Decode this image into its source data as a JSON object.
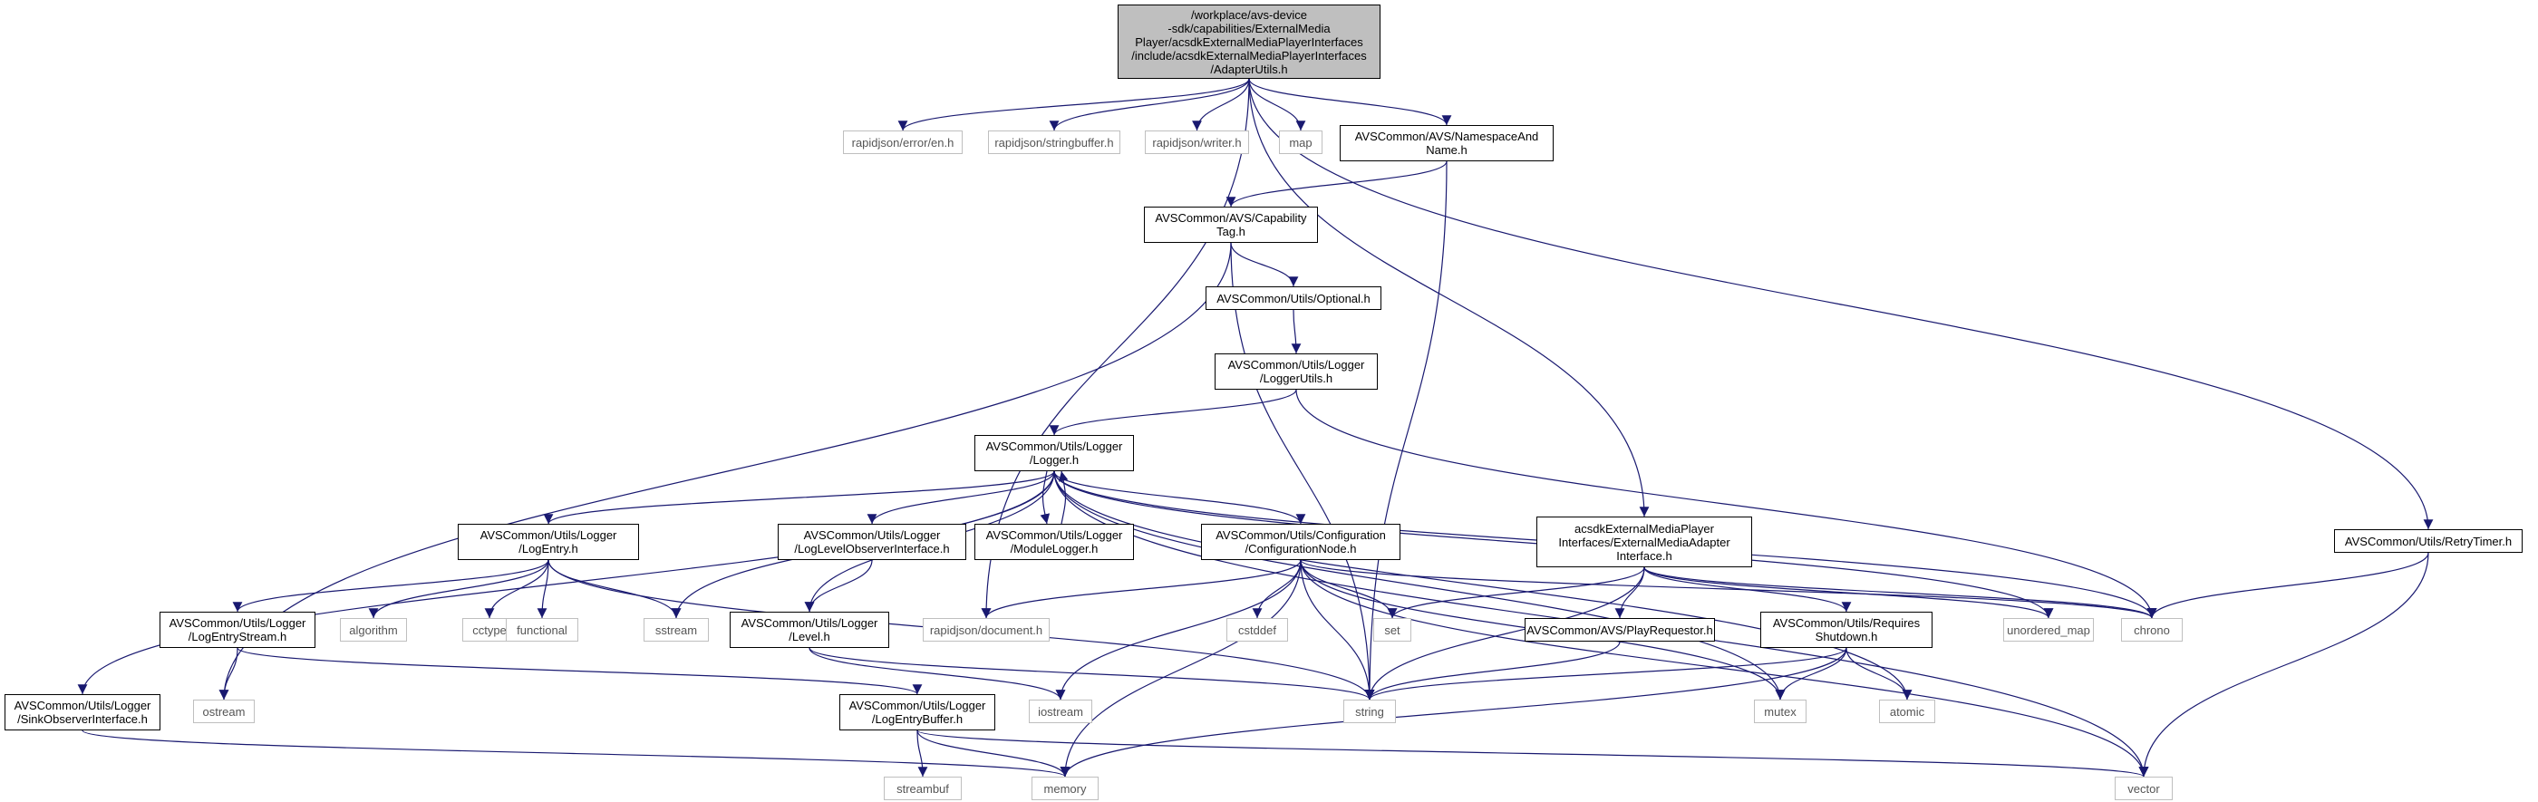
{
  "diagram": {
    "nodes": [
      {
        "id": "root",
        "kind": "root",
        "lines": [
          "/workplace/avs-device",
          "-sdk/capabilities/ExternalMedia",
          "Player/acsdkExternalMediaPlayerInterfaces",
          "/include/acsdkExternalMediaPlayerInterfaces",
          "/AdapterUtils.h"
        ]
      },
      {
        "id": "errorEn",
        "kind": "external",
        "lines": [
          "rapidjson/error/en.h"
        ]
      },
      {
        "id": "stringbuffer",
        "kind": "external",
        "lines": [
          "rapidjson/stringbuffer.h"
        ]
      },
      {
        "id": "writer",
        "kind": "external",
        "lines": [
          "rapidjson/writer.h"
        ]
      },
      {
        "id": "map",
        "kind": "external",
        "lines": [
          "map"
        ]
      },
      {
        "id": "nsName",
        "kind": "internal",
        "lines": [
          "AVSCommon/AVS/NamespaceAnd",
          "Name.h"
        ]
      },
      {
        "id": "capTag",
        "kind": "internal",
        "lines": [
          "AVSCommon/AVS/Capability",
          "Tag.h"
        ]
      },
      {
        "id": "optional",
        "kind": "internal",
        "lines": [
          "AVSCommon/Utils/Optional.h"
        ]
      },
      {
        "id": "loggerUtils",
        "kind": "internal",
        "lines": [
          "AVSCommon/Utils/Logger",
          "/LoggerUtils.h"
        ]
      },
      {
        "id": "logger",
        "kind": "internal",
        "lines": [
          "AVSCommon/Utils/Logger",
          "/Logger.h"
        ]
      },
      {
        "id": "logEntry",
        "kind": "internal",
        "lines": [
          "AVSCommon/Utils/Logger",
          "/LogEntry.h"
        ]
      },
      {
        "id": "logLevelObs",
        "kind": "internal",
        "lines": [
          "AVSCommon/Utils/Logger",
          "/LogLevelObserverInterface.h"
        ]
      },
      {
        "id": "moduleLogger",
        "kind": "internal",
        "lines": [
          "AVSCommon/Utils/Logger",
          "/ModuleLogger.h"
        ]
      },
      {
        "id": "configNode",
        "kind": "internal",
        "lines": [
          "AVSCommon/Utils/Configuration",
          "/ConfigurationNode.h"
        ]
      },
      {
        "id": "extMediaAdapter",
        "kind": "internal",
        "lines": [
          "acsdkExternalMediaPlayer",
          "Interfaces/ExternalMediaAdapter",
          "Interface.h"
        ]
      },
      {
        "id": "retryTimer",
        "kind": "internal",
        "lines": [
          "AVSCommon/Utils/RetryTimer.h"
        ]
      },
      {
        "id": "logEntryStream",
        "kind": "internal",
        "lines": [
          "AVSCommon/Utils/Logger",
          "/LogEntryStream.h"
        ]
      },
      {
        "id": "algorithm",
        "kind": "external",
        "lines": [
          "algorithm"
        ]
      },
      {
        "id": "cctype",
        "kind": "external",
        "lines": [
          "cctype"
        ]
      },
      {
        "id": "functional",
        "kind": "external",
        "lines": [
          "functional"
        ]
      },
      {
        "id": "sstream",
        "kind": "external",
        "lines": [
          "sstream"
        ]
      },
      {
        "id": "level",
        "kind": "internal",
        "lines": [
          "AVSCommon/Utils/Logger",
          "/Level.h"
        ]
      },
      {
        "id": "document",
        "kind": "external",
        "lines": [
          "rapidjson/document.h"
        ]
      },
      {
        "id": "cstddef",
        "kind": "external",
        "lines": [
          "cstddef"
        ]
      },
      {
        "id": "set",
        "kind": "external",
        "lines": [
          "set"
        ]
      },
      {
        "id": "playRequestor",
        "kind": "internal",
        "lines": [
          "AVSCommon/AVS/PlayRequestor.h"
        ]
      },
      {
        "id": "requiresShutdown",
        "kind": "internal",
        "lines": [
          "AVSCommon/Utils/Requires",
          "Shutdown.h"
        ]
      },
      {
        "id": "unorderedMap",
        "kind": "external",
        "lines": [
          "unordered_map"
        ]
      },
      {
        "id": "chrono",
        "kind": "external",
        "lines": [
          "chrono"
        ]
      },
      {
        "id": "sinkObserver",
        "kind": "internal",
        "lines": [
          "AVSCommon/Utils/Logger",
          "/SinkObserverInterface.h"
        ]
      },
      {
        "id": "ostream",
        "kind": "external",
        "lines": [
          "ostream"
        ]
      },
      {
        "id": "logEntryBuffer",
        "kind": "internal",
        "lines": [
          "AVSCommon/Utils/Logger",
          "/LogEntryBuffer.h"
        ]
      },
      {
        "id": "iostream",
        "kind": "external",
        "lines": [
          "iostream"
        ]
      },
      {
        "id": "string",
        "kind": "external",
        "lines": [
          "string"
        ]
      },
      {
        "id": "mutex",
        "kind": "external",
        "lines": [
          "mutex"
        ]
      },
      {
        "id": "atomic",
        "kind": "external",
        "lines": [
          "atomic"
        ]
      },
      {
        "id": "streambuf",
        "kind": "external",
        "lines": [
          "streambuf"
        ]
      },
      {
        "id": "memory",
        "kind": "external",
        "lines": [
          "memory"
        ]
      },
      {
        "id": "vector",
        "kind": "external",
        "lines": [
          "vector"
        ]
      }
    ],
    "edges": [
      [
        "root",
        "errorEn"
      ],
      [
        "root",
        "stringbuffer"
      ],
      [
        "root",
        "writer"
      ],
      [
        "root",
        "map"
      ],
      [
        "root",
        "nsName"
      ],
      [
        "root",
        "document"
      ],
      [
        "root",
        "extMediaAdapter"
      ],
      [
        "root",
        "retryTimer"
      ],
      [
        "nsName",
        "capTag"
      ],
      [
        "nsName",
        "string"
      ],
      [
        "capTag",
        "optional"
      ],
      [
        "capTag",
        "string"
      ],
      [
        "capTag",
        "ostream"
      ],
      [
        "optional",
        "loggerUtils"
      ],
      [
        "loggerUtils",
        "logger"
      ],
      [
        "loggerUtils",
        "chrono"
      ],
      [
        "logger",
        "logEntry"
      ],
      [
        "logger",
        "logLevelObs"
      ],
      [
        "logger",
        "moduleLogger"
      ],
      [
        "logger",
        "configNode"
      ],
      [
        "logger",
        "level"
      ],
      [
        "logger",
        "sstream"
      ],
      [
        "logger",
        "sinkObserver"
      ],
      [
        "logger",
        "chrono"
      ],
      [
        "logger",
        "mutex"
      ],
      [
        "logger",
        "atomic"
      ],
      [
        "logger",
        "vector"
      ],
      [
        "logger",
        "unorderedMap"
      ],
      [
        "moduleLogger",
        "logger"
      ],
      [
        "logLevelObs",
        "level"
      ],
      [
        "logEntry",
        "logEntryStream"
      ],
      [
        "logEntry",
        "algorithm"
      ],
      [
        "logEntry",
        "cctype"
      ],
      [
        "logEntry",
        "functional"
      ],
      [
        "logEntry",
        "sstream"
      ],
      [
        "logEntry",
        "string"
      ],
      [
        "logEntryStream",
        "logEntryBuffer"
      ],
      [
        "logEntryStream",
        "ostream"
      ],
      [
        "logEntryBuffer",
        "streambuf"
      ],
      [
        "logEntryBuffer",
        "memory"
      ],
      [
        "logEntryBuffer",
        "vector"
      ],
      [
        "level",
        "iostream"
      ],
      [
        "level",
        "string"
      ],
      [
        "configNode",
        "document"
      ],
      [
        "configNode",
        "cstddef"
      ],
      [
        "configNode",
        "set"
      ],
      [
        "configNode",
        "string"
      ],
      [
        "configNode",
        "iostream"
      ],
      [
        "configNode",
        "memory"
      ],
      [
        "configNode",
        "mutex"
      ],
      [
        "configNode",
        "chrono"
      ],
      [
        "configNode",
        "vector"
      ],
      [
        "extMediaAdapter",
        "playRequestor"
      ],
      [
        "extMediaAdapter",
        "requiresShutdown"
      ],
      [
        "extMediaAdapter",
        "set"
      ],
      [
        "extMediaAdapter",
        "string"
      ],
      [
        "extMediaAdapter",
        "chrono"
      ],
      [
        "extMediaAdapter",
        "unorderedMap"
      ],
      [
        "playRequestor",
        "string"
      ],
      [
        "requiresShutdown",
        "mutex"
      ],
      [
        "requiresShutdown",
        "atomic"
      ],
      [
        "requiresShutdown",
        "string"
      ],
      [
        "requiresShutdown",
        "memory"
      ],
      [
        "retryTimer",
        "chrono"
      ],
      [
        "retryTimer",
        "vector"
      ],
      [
        "sinkObserver",
        "memory"
      ]
    ]
  }
}
